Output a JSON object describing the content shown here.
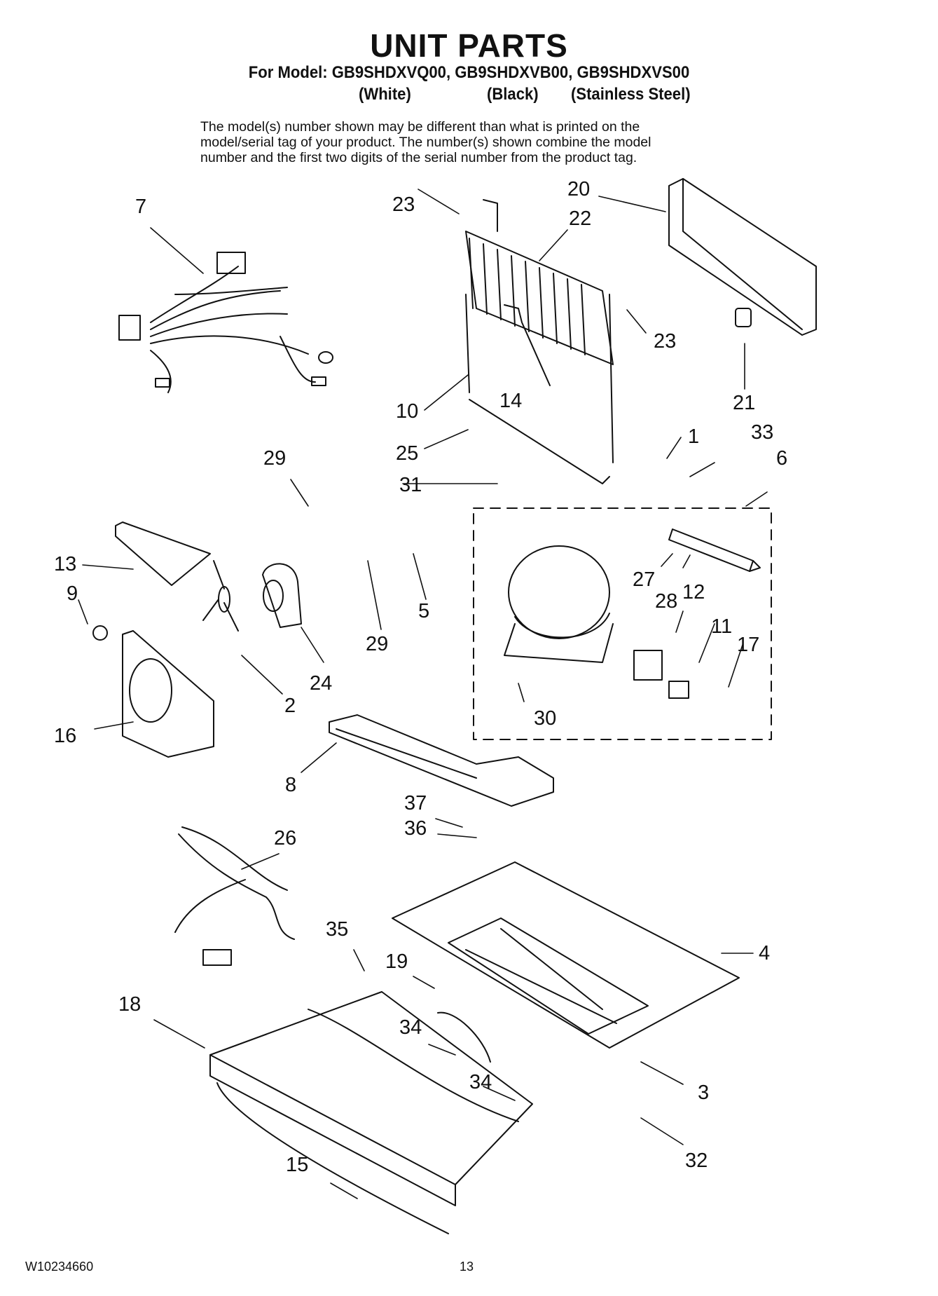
{
  "title": "UNIT PARTS",
  "model_line": "For Model: GB9SHDXVQ00, GB9SHDXVB00, GB9SHDXVS00",
  "variants": [
    "(White)",
    "(Black)",
    "(Stainless Steel)"
  ],
  "notice_lines": [
    "The model(s) number shown may be different than what is printed on the",
    "model/serial tag of your product. The number(s) shown combine the model",
    "number and the first two digits of the serial number from the product tag."
  ],
  "callouts": [
    "7",
    "23",
    "22",
    "20",
    "23",
    "21",
    "10",
    "14",
    "25",
    "29",
    "31",
    "1",
    "33",
    "6",
    "13",
    "9",
    "5",
    "29",
    "27",
    "28",
    "12",
    "11",
    "17",
    "24",
    "2",
    "16",
    "30",
    "8",
    "37",
    "36",
    "26",
    "35",
    "19",
    "4",
    "18",
    "34",
    "34",
    "3",
    "15",
    "32"
  ],
  "footer": {
    "doc_number": "W10234660",
    "page_number": "13"
  }
}
